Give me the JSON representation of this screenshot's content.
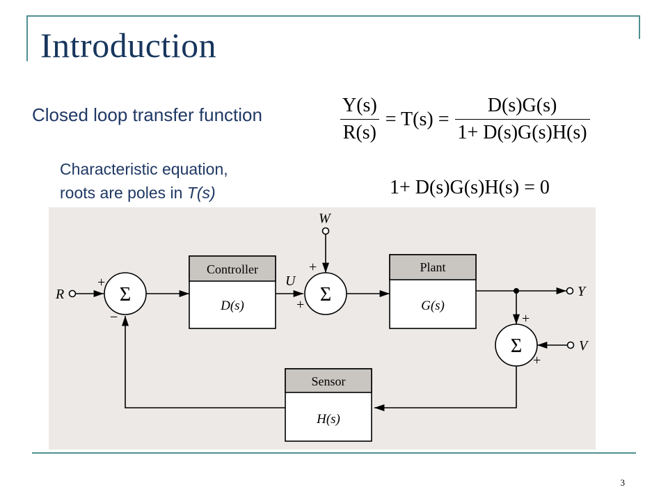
{
  "slide": {
    "title": "Introduction",
    "subtitle": "Closed loop transfer function",
    "char_line1": "Characteristic equation,",
    "char_line2_prefix": "roots are poles in ",
    "char_line2_italic": "T(s)",
    "page_number": "3"
  },
  "equations": {
    "tf_lhs_num": "Y(s)",
    "tf_lhs_den": "R(s)",
    "tf_mid": "= T(s) =",
    "tf_rhs_num": "D(s)G(s)",
    "tf_rhs_den": "1+ D(s)G(s)H(s)",
    "char_eq": "1+ D(s)G(s)H(s) = 0"
  },
  "diagram": {
    "R": "R",
    "W": "W",
    "U": "U",
    "Y": "Y",
    "V": "V",
    "controller_title": "Controller",
    "controller_tf": "D(s)",
    "plant_title": "Plant",
    "plant_tf": "G(s)",
    "sensor_title": "Sensor",
    "sensor_tf": "H(s)",
    "sum_symbol": "Σ",
    "plus": "+",
    "minus": "−"
  },
  "colors": {
    "frame": "#4f8f91",
    "title": "#17365d",
    "text": "#1f3864",
    "diagram_bg": "#ece9e6",
    "block_header": "#c9c6c2"
  }
}
